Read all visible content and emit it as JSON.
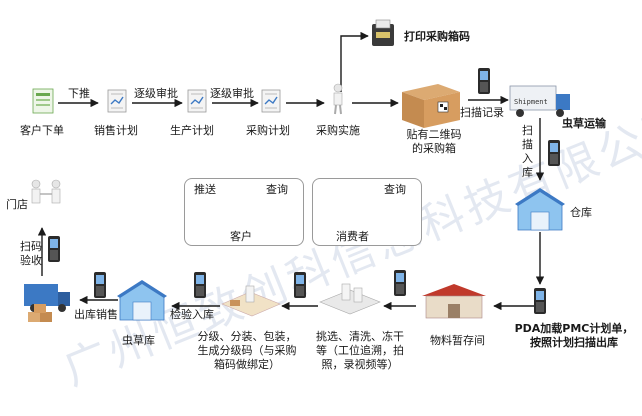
{
  "watermark": "广州恒致创科信息科技有限公司",
  "flow_top": {
    "customer_order": "客户下单",
    "push_down": "下推",
    "sales_plan": "销售计划",
    "step_approve_1": "逐级审批",
    "production_plan": "生产计划",
    "step_approve_2": "逐级审批",
    "purchase_plan": "采购计划",
    "purchase_execute": "采购实施",
    "print_box_code": "打印采购箱码",
    "box_with_qr": "贴有二维码\n的采购箱",
    "scan_record": "扫描记录",
    "truck_label": "Shipment",
    "cordyceps_transport": "虫草运输",
    "scan_in": "扫描入库",
    "warehouse": "仓库"
  },
  "customer_panel": {
    "push": "推送",
    "query": "查询",
    "customer": "客户"
  },
  "consumer_panel": {
    "query": "查询",
    "consumer": "消费者"
  },
  "flow_bottom": {
    "store": "门店",
    "scan_check": "扫码\n验收",
    "out_sales": "出库销售",
    "cordyceps_store": "虫草库",
    "inspect_in": "检验入库",
    "grading": "分级、分装、包装，\n生成分级码（与采购\n箱码做绑定）",
    "sorting": "挑选、清洗、冻干\n等（工位追溯，拍\n照，录视频等）",
    "material_temp": "物料暂存间",
    "pda_load": "PDA加载PMC计划单，\n按照计划扫描出库"
  },
  "colors": {
    "arrow": "#1b1b1b",
    "box_brown": "#c9925a",
    "truck_blue": "#3c79c4",
    "roof_red": "#c0392b",
    "wechat_green": "#42b12c",
    "pda_dark": "#2b2b2b"
  }
}
